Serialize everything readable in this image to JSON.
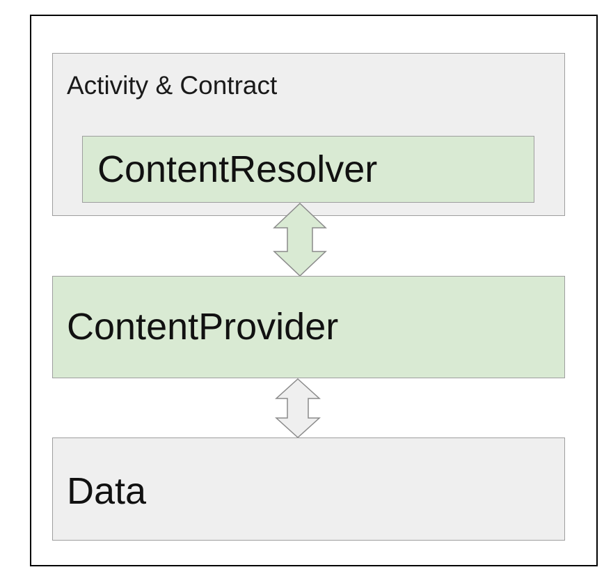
{
  "diagram": {
    "outer_box_label": "Activity & Contract",
    "resolver_label": "ContentResolver",
    "provider_label": "ContentProvider",
    "data_label": "Data",
    "colors": {
      "gray_fill": "#efefef",
      "green_fill": "#d9ead3",
      "box_border": "#9e9e9e",
      "frame_border": "#000000"
    },
    "connectors": [
      {
        "from": "ContentResolver",
        "to": "ContentProvider",
        "type": "double-arrow",
        "fill": "#d9ead3"
      },
      {
        "from": "ContentProvider",
        "to": "Data",
        "type": "double-arrow",
        "fill": "#efefef"
      }
    ]
  }
}
